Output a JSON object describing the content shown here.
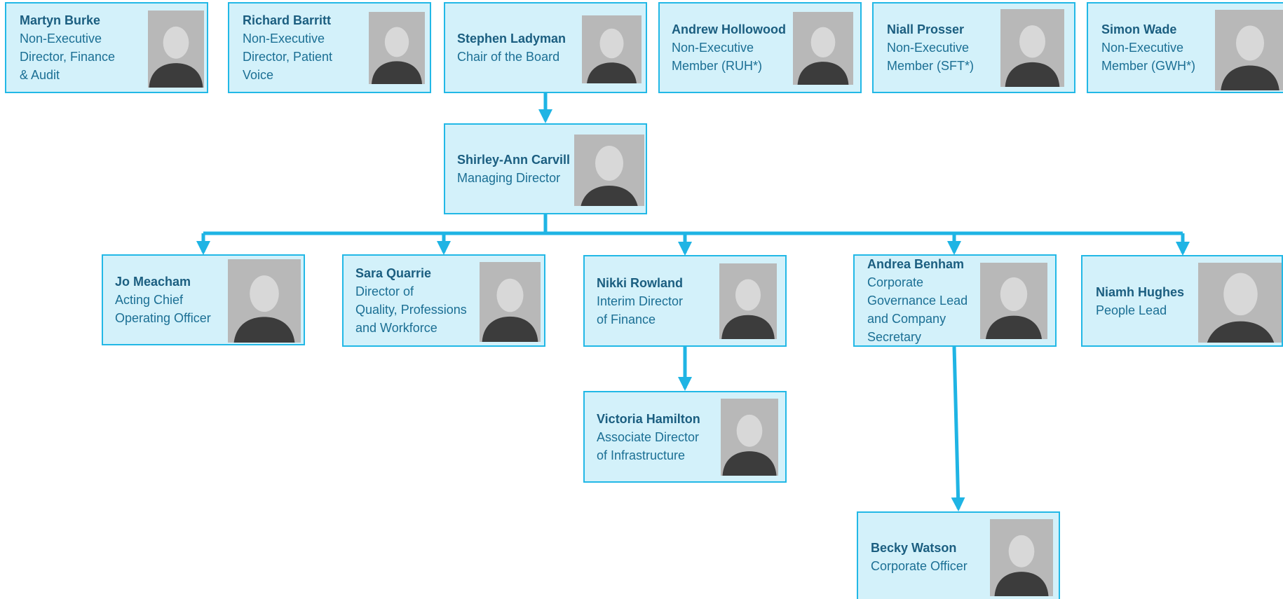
{
  "colors": {
    "card_fill": "#d3f1fa",
    "card_border": "#22b8e6",
    "name_text": "#1b5e80",
    "role_text": "#1b6f94",
    "connector": "#1fb4e4"
  },
  "board": [
    {
      "name": "Martyn Burke",
      "role": "Non-Executive\nDirector, Finance\n& Audit",
      "photo_icon": "person-photo-icon"
    },
    {
      "name": "Richard Barritt",
      "role": "Non-Executive\nDirector, Patient\nVoice",
      "photo_icon": "person-photo-icon"
    },
    {
      "name": "Stephen Ladyman",
      "role": "Chair of the Board",
      "photo_icon": "person-photo-icon"
    },
    {
      "name": "Andrew Hollowood",
      "role": "Non-Executive\nMember (RUH*)",
      "photo_icon": "person-photo-icon"
    },
    {
      "name": "Niall Prosser",
      "role": "Non-Executive\nMember (SFT*)",
      "photo_icon": "person-photo-icon"
    },
    {
      "name": "Simon Wade",
      "role": "Non-Executive\nMember (GWH*)",
      "photo_icon": "person-photo-icon"
    }
  ],
  "managing_director": {
    "name": "Shirley-Ann Carvill",
    "role": "Managing Director",
    "photo_icon": "person-photo-icon"
  },
  "leads": [
    {
      "name": "Jo Meacham",
      "role": "Acting Chief\nOperating Officer",
      "photo_icon": "person-photo-icon"
    },
    {
      "name": "Sara Quarrie",
      "role": "Director of\nQuality, Professions\nand Workforce",
      "photo_icon": "person-photo-icon"
    },
    {
      "name": "Nikki Rowland",
      "role": "Interim Director\nof Finance",
      "photo_icon": "person-photo-icon"
    },
    {
      "name": "Andrea Benham",
      "role": "Corporate\nGovernance Lead\nand Company\nSecretary",
      "photo_icon": "person-photo-icon"
    },
    {
      "name": "Niamh Hughes",
      "role": "People Lead",
      "photo_icon": "person-photo-icon"
    }
  ],
  "reports": [
    {
      "name": "Victoria Hamilton",
      "role": "Associate Director\nof Infrastructure",
      "reports_to": "Nikki Rowland",
      "photo_icon": "person-photo-icon"
    },
    {
      "name": "Becky Watson",
      "role": "Corporate Officer",
      "reports_to": "Andrea Benham",
      "photo_icon": "person-photo-icon"
    }
  ]
}
